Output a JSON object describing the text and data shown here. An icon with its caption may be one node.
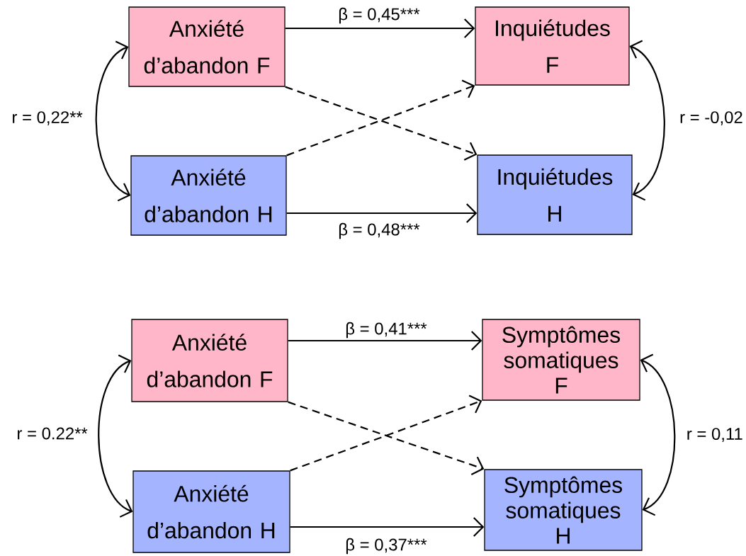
{
  "diagram": {
    "nodes": [
      {
        "text": [
          "Anxiété d’abandon F"
        ]
      },
      {
        "text": [
          "Inquiétudes F"
        ]
      },
      {
        "text": [
          "Anxiété d’abandon H"
        ]
      },
      {
        "text": [
          "Inquiétudes H"
        ]
      },
      {
        "text": [
          "Anxiété d’abandon F"
        ]
      },
      {
        "text": [
          "Symptômes somatiques F"
        ]
      },
      {
        "text": [
          "Anxiété d’abandon H"
        ]
      },
      {
        "text": [
          "Symptômes somatiques H"
        ]
      }
    ],
    "edges": [
      {
        "from": 0,
        "to": 1,
        "arrow": "to",
        "label": "β = 0,45***"
      },
      {
        "from": 0,
        "to": 3,
        "arrow": "to",
        "style": "dashed"
      },
      {
        "from": 2,
        "to": 1,
        "arrow": "to",
        "style": "dashed"
      },
      {
        "from": 2,
        "to": 3,
        "arrow": "to",
        "label": "β = 0,48***"
      },
      {
        "from": 0,
        "to": 2,
        "arrow": "both",
        "label": "r = 0,22**"
      },
      {
        "from": 1,
        "to": 3,
        "arrow": "both",
        "label": "r = -0,02"
      },
      {
        "from": 4,
        "to": 5,
        "arrow": "to",
        "label": "β = 0,41***"
      },
      {
        "from": 4,
        "to": 7,
        "arrow": "to",
        "style": "dashed"
      },
      {
        "from": 6,
        "to": 5,
        "arrow": "to",
        "style": "dashed"
      },
      {
        "from": 6,
        "to": 7,
        "arrow": "to",
        "label": "β = 0,37***"
      },
      {
        "from": 4,
        "to": 6,
        "arrow": "both",
        "label": "r = 0.22**"
      },
      {
        "from": 5,
        "to": 7,
        "arrow": "both",
        "label": "r = 0,11"
      }
    ]
  }
}
